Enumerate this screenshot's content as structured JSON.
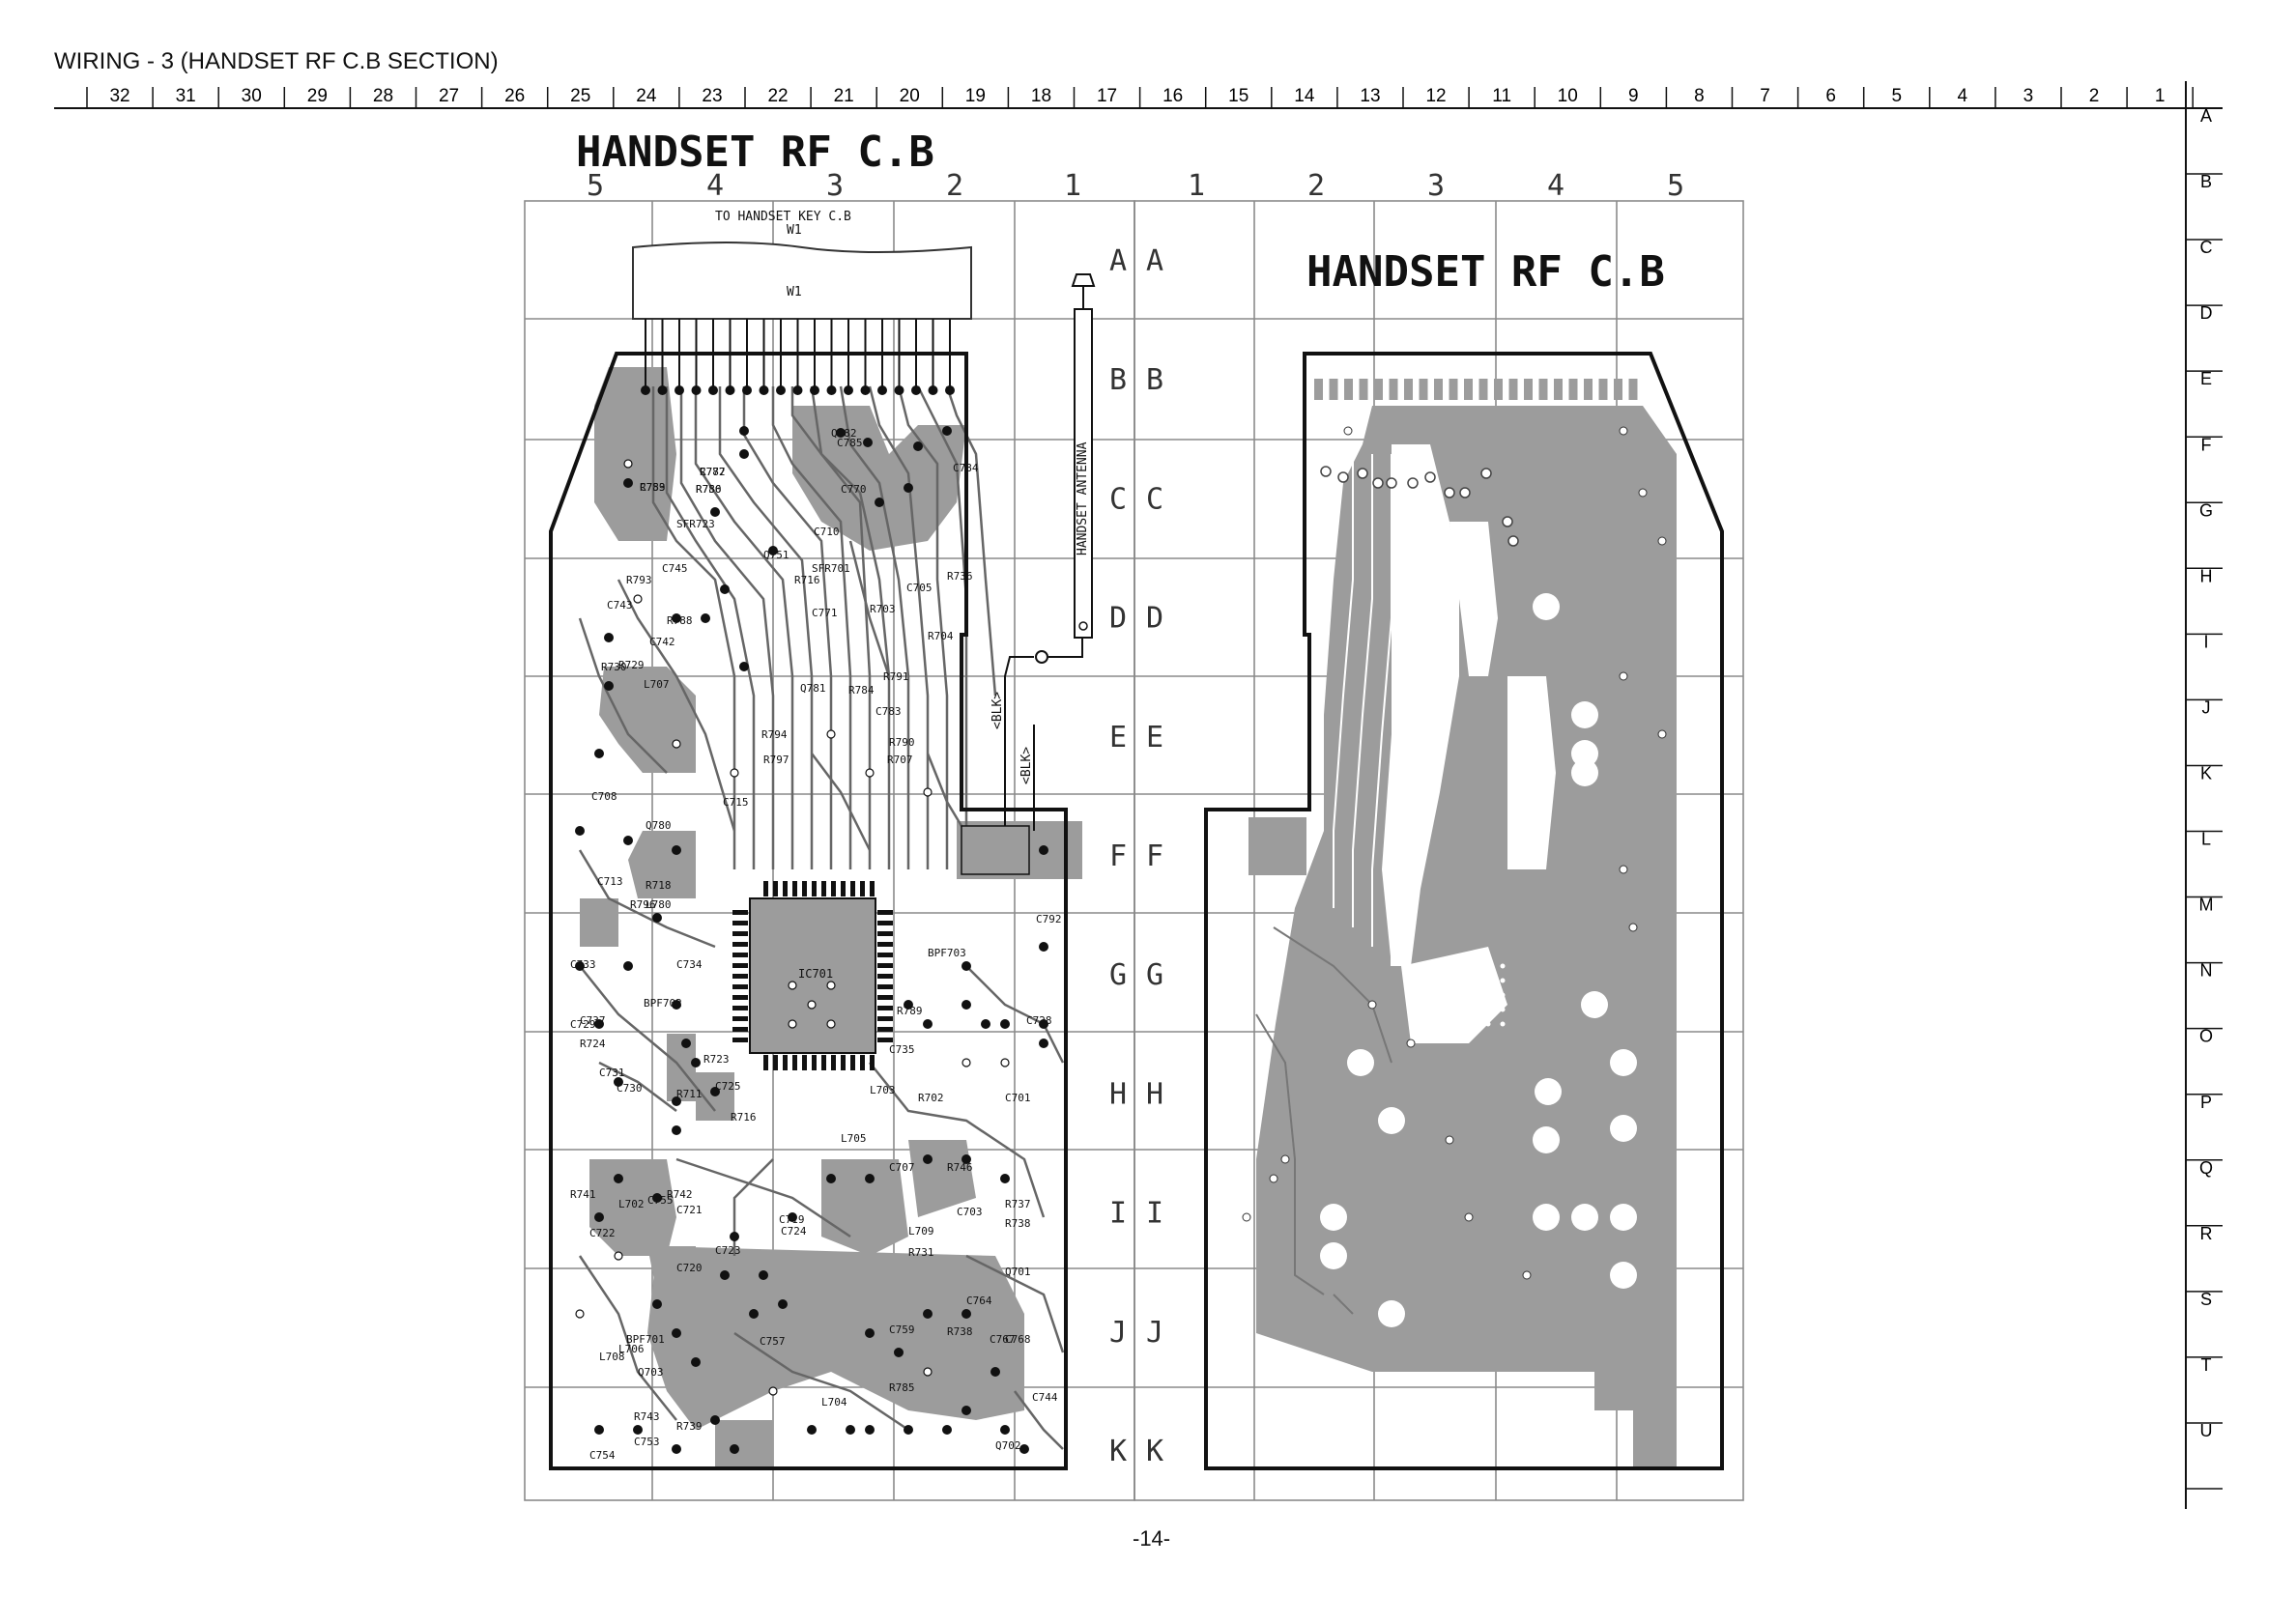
{
  "page": {
    "title": "WIRING - 3 (HANDSET RF C.B SECTION)",
    "page_number": "-14-"
  },
  "top_ruler": [
    "32",
    "31",
    "30",
    "29",
    "28",
    "27",
    "26",
    "25",
    "24",
    "23",
    "22",
    "21",
    "20",
    "19",
    "18",
    "17",
    "16",
    "15",
    "14",
    "13",
    "12",
    "11",
    "10",
    "9",
    "8",
    "7",
    "6",
    "5",
    "4",
    "3",
    "2",
    "1"
  ],
  "side_ruler": [
    "A",
    "B",
    "C",
    "D",
    "E",
    "F",
    "G",
    "H",
    "I",
    "J",
    "K",
    "L",
    "M",
    "N",
    "O",
    "P",
    "Q",
    "R",
    "S",
    "T",
    "U"
  ],
  "left_board": {
    "title": "HANDSET RF C.B",
    "columns": [
      "5",
      "4",
      "3",
      "2",
      "1"
    ],
    "rows": [
      "A",
      "B",
      "C",
      "D",
      "E",
      "F",
      "G",
      "H",
      "I",
      "J",
      "K"
    ],
    "connector_note": "TO HANDSET KEY C.B",
    "connector_ref": "W1",
    "connector_ref_2": "W1",
    "antenna_label": "HANDSET ANTENNA",
    "wire_labels": [
      "<BLK>",
      "<BLK>"
    ],
    "ic_label": "IC701",
    "component_labels": [
      "R787",
      "R786",
      "C783",
      "SFR723",
      "C745",
      "Q751",
      "SFR701",
      "C710",
      "C705",
      "R716",
      "C771",
      "R703",
      "R704",
      "R736",
      "C743",
      "R793",
      "R788",
      "C742",
      "R729",
      "R730",
      "L707",
      "Q781",
      "R791",
      "R784",
      "R794",
      "C783",
      "R797",
      "R790",
      "R707",
      "C715",
      "C713",
      "C708",
      "Q780",
      "R718",
      "L780",
      "R796",
      "C733",
      "C734",
      "C737",
      "BPF703",
      "R789",
      "C735",
      "C792",
      "C728",
      "C701",
      "R702",
      "L703",
      "L705",
      "C707",
      "R746",
      "C703",
      "R737",
      "R738",
      "L709",
      "R731",
      "Q701",
      "C764",
      "R738",
      "C759",
      "C768",
      "R785",
      "C767",
      "C744",
      "Q702",
      "L704",
      "C757",
      "BPF701",
      "L706",
      "L708",
      "Q703",
      "R739",
      "R743",
      "C753",
      "C754",
      "R741",
      "R742",
      "C755",
      "L702",
      "C721",
      "C722",
      "C723",
      "C724",
      "C719",
      "C720",
      "R711",
      "R716",
      "C725",
      "R723",
      "C730",
      "C731",
      "R724",
      "C729",
      "BPF702",
      "C785",
      "C784",
      "Q782",
      "C770",
      "C772",
      "R750",
      "R759"
    ]
  },
  "right_board": {
    "title": "HANDSET RF C.B",
    "columns": [
      "1",
      "2",
      "3",
      "4",
      "5"
    ],
    "rows": [
      "A",
      "B",
      "C",
      "D",
      "E",
      "F",
      "G",
      "H",
      "I",
      "J",
      "K"
    ]
  },
  "colors": {
    "copper": "#9c9c9c",
    "trace": "#777777",
    "outline": "#111111",
    "grid": "#8a8a8a"
  }
}
